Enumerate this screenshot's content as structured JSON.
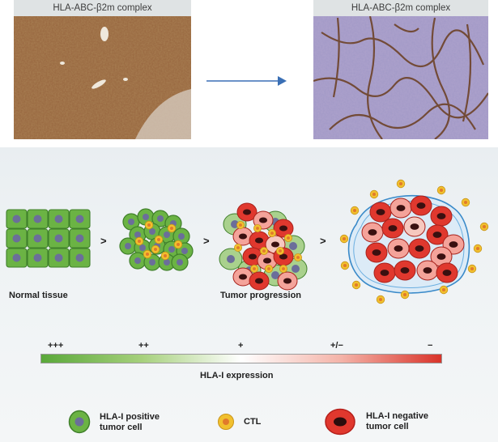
{
  "micrographs": [
    {
      "title": "HLA-ABC-β2m complex",
      "stain": "strong-brown-dab"
    },
    {
      "title": "HLA-ABC-β2m complex",
      "stain": "purple-hematoxylin-with-brown-stroma"
    }
  ],
  "arrow_icon": "arrow-right-icon",
  "stages": [
    {
      "label": "Normal tissue"
    },
    {
      "label": "Tumor progression"
    }
  ],
  "separator": ">",
  "scale": {
    "ticks": [
      "+++",
      "++",
      "+",
      "+/−",
      "−"
    ],
    "title": "HLA-I expression",
    "gradient": [
      "#5aa83a",
      "#ffffff",
      "#d9332a"
    ]
  },
  "legend": [
    {
      "label_line1": "HLA-I positive",
      "label_line2": "tumor cell",
      "icon": "green-cell-icon"
    },
    {
      "label_line1": "CTL",
      "label_line2": "",
      "icon": "yellow-ctl-icon"
    },
    {
      "label_line1": "HLA-I negative",
      "label_line2": "tumor cell",
      "icon": "red-cell-icon"
    }
  ],
  "colors": {
    "green": "#6bb344",
    "green_dark": "#3f7f2a",
    "nucleus": "#6b6e9a",
    "ctl": "#f1c02e",
    "red": "#e0382e",
    "pink": "#f4a39a",
    "blue_capsule": "#3a8ac9"
  }
}
